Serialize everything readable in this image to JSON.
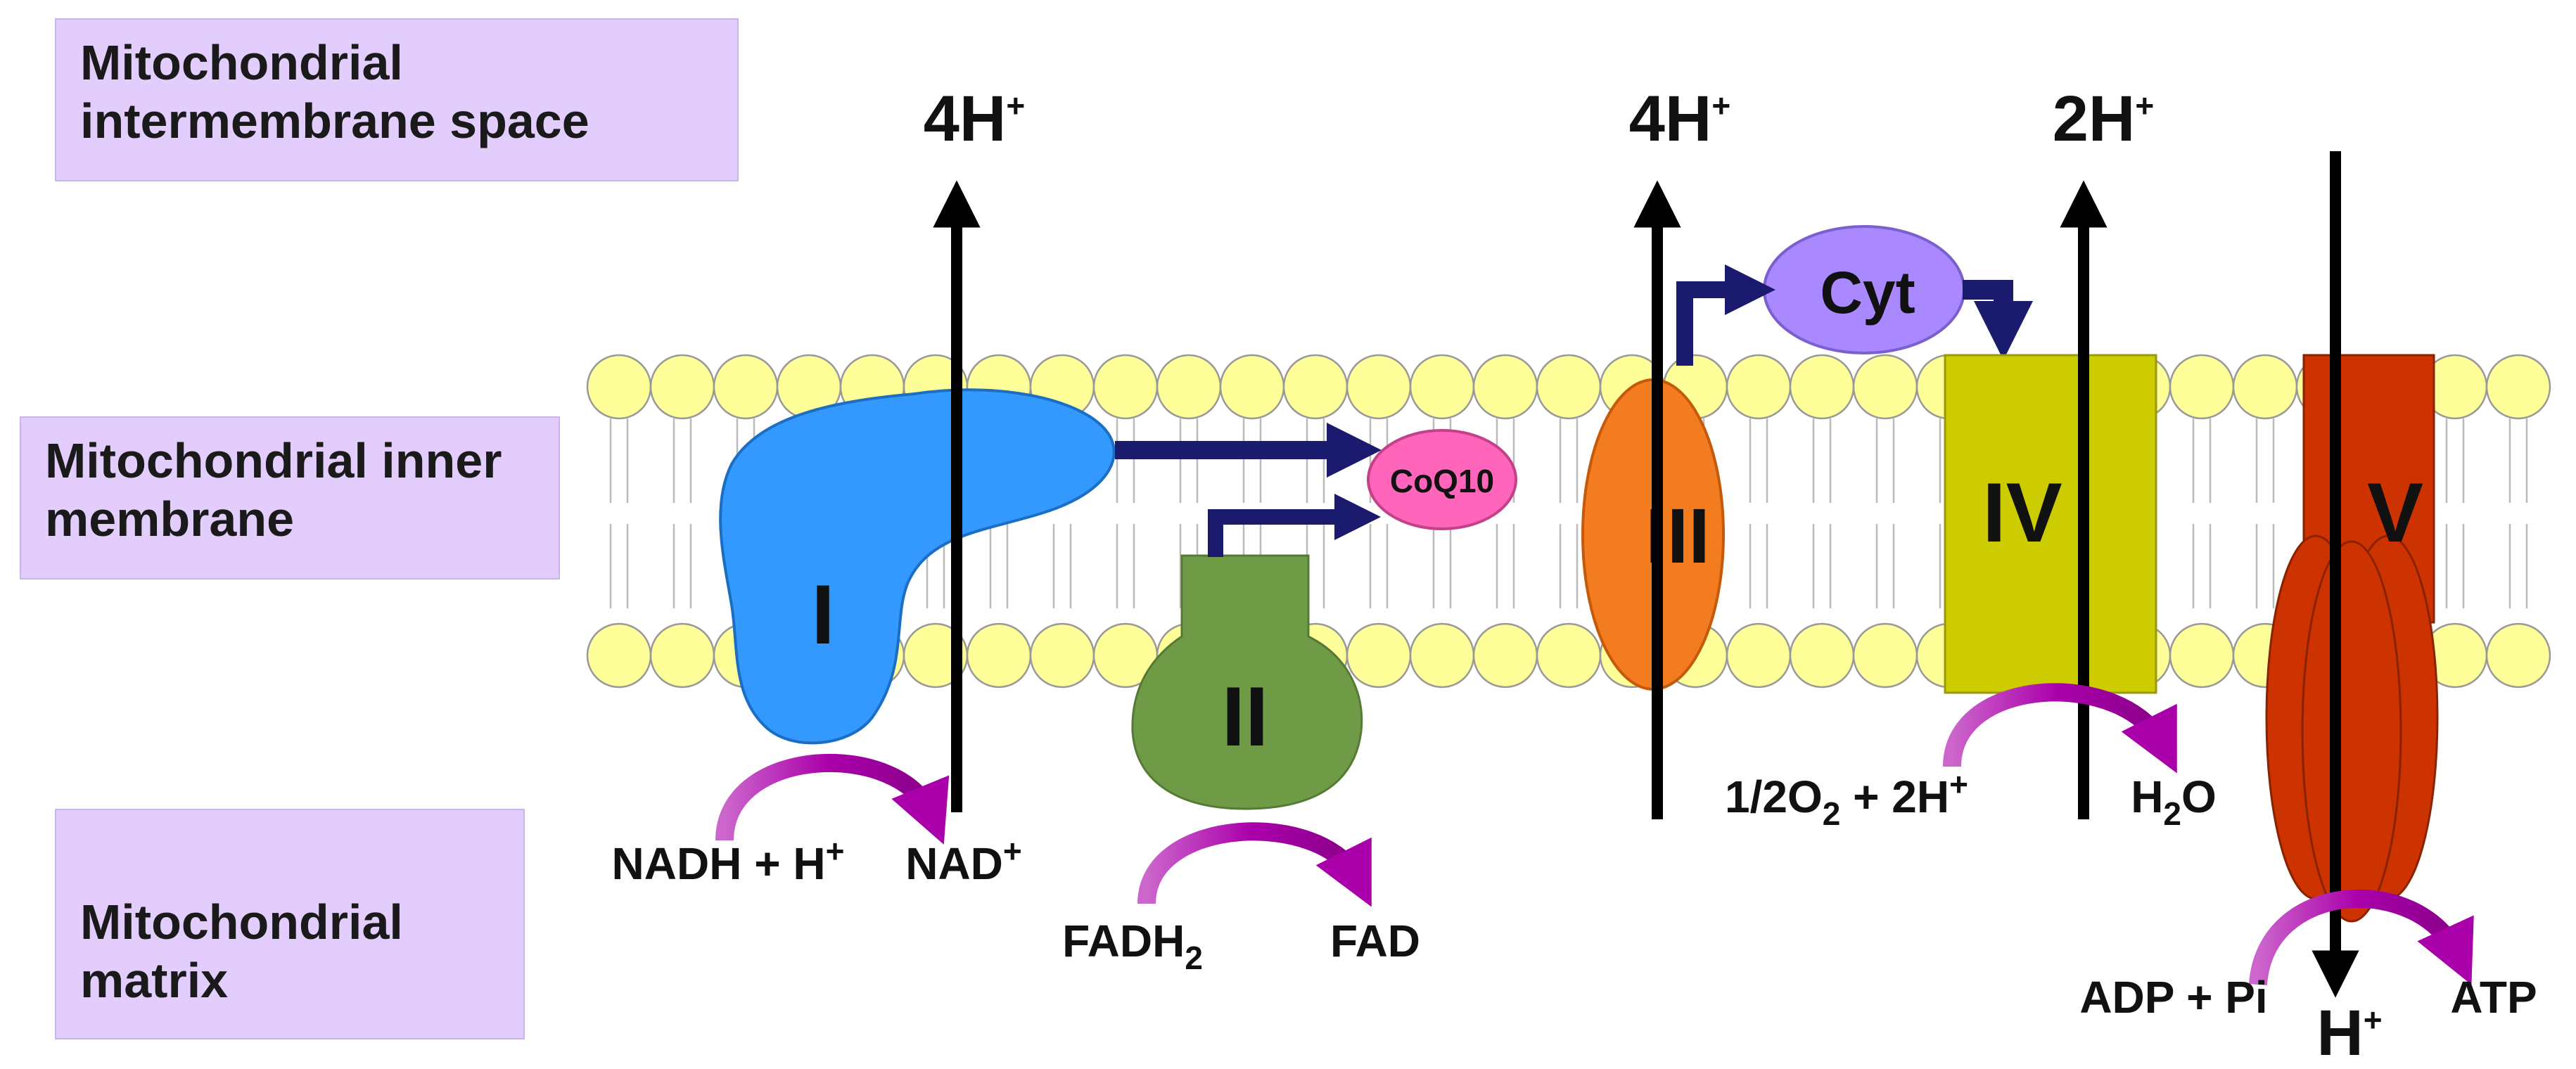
{
  "regions": {
    "intermembrane": "Mitochondrial intermembrane space",
    "inner_membrane": "Mitochondrial inner membrane",
    "matrix": "Mitochondrial matrix"
  },
  "complexes": {
    "I": "I",
    "II": "II",
    "III": "III",
    "IV": "IV",
    "V": "V",
    "coq10": "CoQ10",
    "cyt": "Cyt"
  },
  "protons": {
    "complex_I": {
      "count": "4H",
      "sup": "+"
    },
    "complex_III": {
      "count": "4H",
      "sup": "+"
    },
    "complex_IV": {
      "count": "2H",
      "sup": "+"
    },
    "complex_V": {
      "count": "H",
      "sup": "+"
    }
  },
  "reactions": {
    "nadh": {
      "base": "NADH + H",
      "sup": "+"
    },
    "nad": {
      "base": "NAD",
      "sup": "+"
    },
    "fadh2": {
      "base": "FADH",
      "sub": "2"
    },
    "fad": "FAD",
    "oxygen": {
      "a": "1/2O",
      "sub": "2",
      "b": " + 2H",
      "sup": "+"
    },
    "water": {
      "a": "H",
      "sub": "2",
      "b": "O"
    },
    "adp": "ADP + Pi",
    "atp": "ATP"
  },
  "colors": {
    "lipid_head": "#ffff99",
    "complex_I": "#3399ff",
    "complex_II": "#6f9a46",
    "complex_III": "#f47c20",
    "complex_IV": "#cccc00",
    "complex_V": "#cc3300",
    "coq10": "#ff66bb",
    "cyt": "#aa88ff",
    "electron_arrow": "#1a1a6e",
    "reaction_arrow": "#aa00aa",
    "label_box": "#e2cdfc"
  }
}
